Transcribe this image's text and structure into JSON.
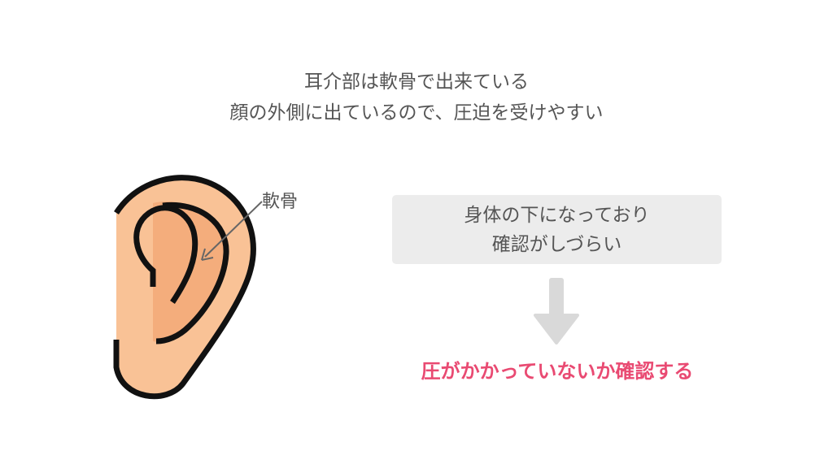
{
  "header": {
    "line1": "耳介部は軟骨で出来ている",
    "line2": "顔の外側に出ているので、圧迫を受けやすい"
  },
  "ear_illustration": {
    "label": "軟骨",
    "skin_color": "#f9c296",
    "inner_color": "#f4ad7c",
    "outline_color": "#111111"
  },
  "info_box": {
    "line1": "身体の下になっており",
    "line2": "確認がしづらい"
  },
  "result": {
    "text": "圧がかかっていないか確認する",
    "color": "#e94a72"
  }
}
